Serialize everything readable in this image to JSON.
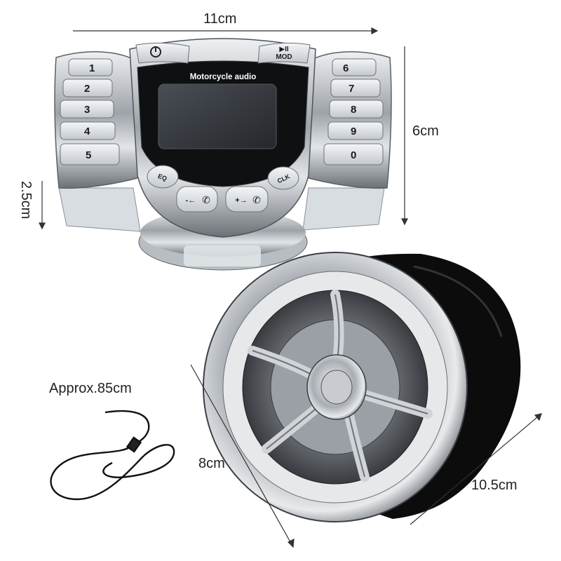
{
  "dimensions": {
    "width": "11cm",
    "height": "6cm",
    "depth": "2.5cm",
    "cable": "Approx.85cm",
    "speaker_diameter": "8cm",
    "speaker_length": "10.5cm"
  },
  "control_unit": {
    "brand_label": "Motorcycle audio",
    "left_keys": [
      "1",
      "2",
      "3",
      "4",
      "5"
    ],
    "right_keys": [
      "6",
      "7",
      "8",
      "9",
      "0"
    ],
    "mode_label": "MOD",
    "play_pause_label": "▶II",
    "eq_label": "EQ",
    "clk_label": "CLK",
    "vol_down_label": "-←",
    "vol_up_label": "+→"
  },
  "colors": {
    "chrome": "#c9cdd2",
    "chrome_dark": "#7b8087",
    "screen": "#3a3e44",
    "speaker_body": "#0c0c0c"
  }
}
